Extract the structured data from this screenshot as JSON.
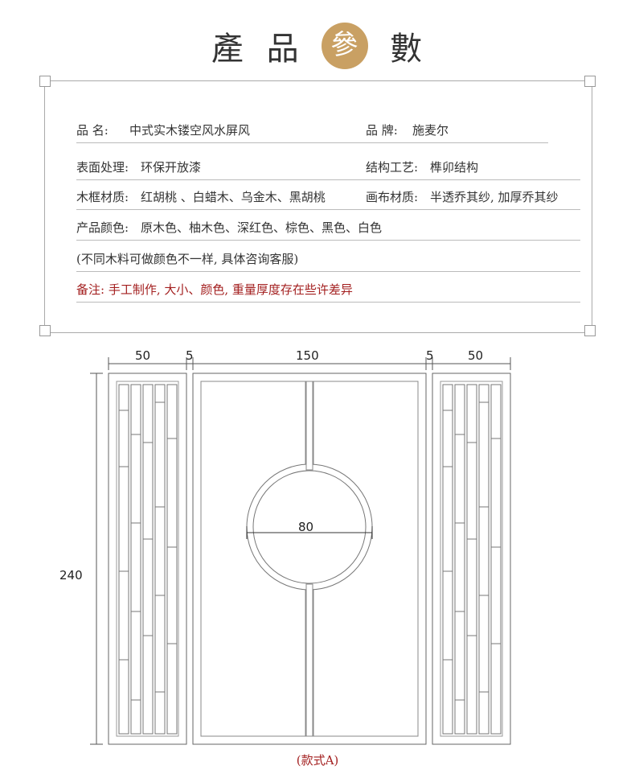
{
  "header": {
    "title_chars": [
      "產",
      "品",
      "參",
      "數"
    ]
  },
  "specs": {
    "name_label": "品  名:",
    "name_value": "中式实木镂空风水屏风",
    "brand_label": "品  牌:",
    "brand_value": "施麦尔",
    "surface_label": "表面处理:",
    "surface_value": "环保开放漆",
    "craft_label": "结构工艺:",
    "craft_value": "榫卯结构",
    "frame_label": "木框材质:",
    "frame_value": "红胡桃 、白蜡木、乌金木、黑胡桃",
    "canvas_label": "画布材质:",
    "canvas_value": "半透乔其纱, 加厚乔其纱",
    "color_label": "产品颜色:",
    "color_value": "原木色、柚木色、深红色、棕色、黑色、白色",
    "color_note": "(不同木料可做颜色不一样, 具体咨询客服)",
    "remark": "备注: 手工制作, 大小、颜色, 重量厚度存在些许差异"
  },
  "drawing": {
    "dims_top": [
      "50",
      "5",
      "150",
      "5",
      "50"
    ],
    "height": "240",
    "circle": "80",
    "caption": "(款式A)"
  },
  "colors": {
    "accent": "#c9a063",
    "note": "#a31f1f",
    "line": "#555555"
  }
}
